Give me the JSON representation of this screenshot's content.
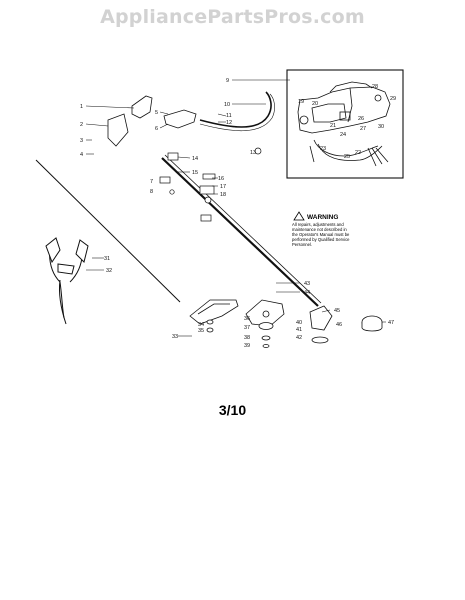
{
  "watermark": "AppliancePartsPros.com",
  "warning": {
    "title": "WARNING",
    "lines": [
      "All repairs, adjustments and",
      "maintenance not described in",
      "the Operator's Manual must be",
      "performed by Qualified Service",
      "Personnel."
    ]
  },
  "part_numbers": [
    "1",
    "2",
    "3",
    "4",
    "5",
    "6",
    "7",
    "8",
    "9",
    "10",
    "11",
    "12",
    "13",
    "14",
    "15",
    "16",
    "17",
    "18",
    "19",
    "20",
    "21",
    "22",
    "23",
    "24",
    "25",
    "26",
    "27",
    "28",
    "29",
    "30",
    "31",
    "32",
    "33",
    "34",
    "35",
    "36",
    "37",
    "38",
    "39",
    "40",
    "41",
    "42",
    "43",
    "44",
    "45",
    "46",
    "47"
  ],
  "page_number": "3/10",
  "colors": {
    "ink": "#111111",
    "watermark": "#d2d2d2",
    "paper": "#ffffff"
  }
}
